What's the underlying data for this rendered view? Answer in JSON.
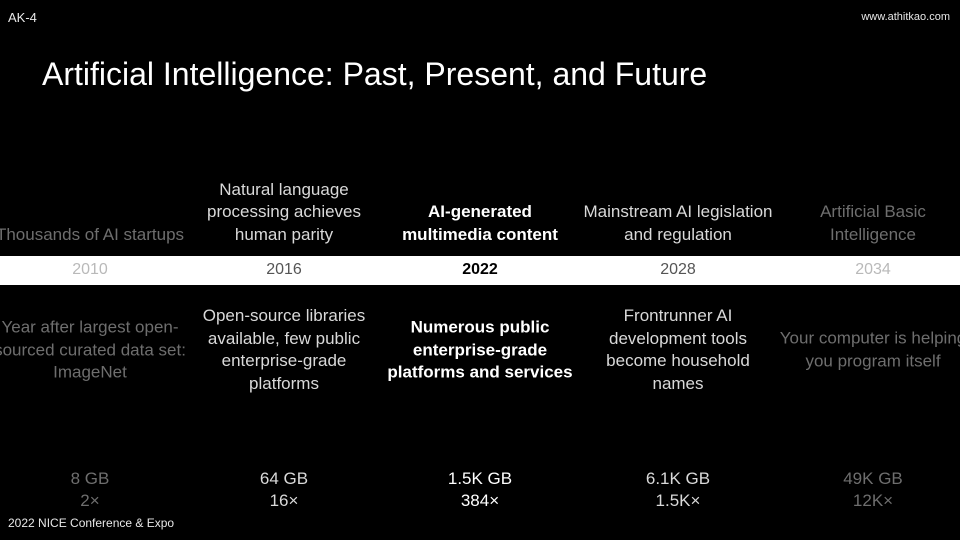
{
  "slide": {
    "id_label": "AK-4",
    "website": "www.athitkao.com",
    "footer": "2022 NICE Conference & Expo",
    "title": "Artificial Intelligence: Past, Present, and Future"
  },
  "timeline": [
    {
      "event": "Thousands of AI startups",
      "year": "2010",
      "detail": "Year after largest open-sourced curated data set: ImageNet",
      "size": "8 GB",
      "multiplier": "2×"
    },
    {
      "event": "Natural language processing achieves human parity",
      "year": "2016",
      "detail": "Open-source libraries available, few public enterprise-grade platforms",
      "size": "64 GB",
      "multiplier": "16×"
    },
    {
      "event": "AI-generated multimedia content",
      "year": "2022",
      "detail": "Numerous public enterprise-grade platforms and services",
      "size": "1.5K GB",
      "multiplier": "384×"
    },
    {
      "event": "Mainstream AI legislation and regulation",
      "year": "2028",
      "detail": "Frontrunner AI development tools become household names",
      "size": "6.1K GB",
      "multiplier": "1.5K×"
    },
    {
      "event": "Artificial Basic Intelligence",
      "year": "2034",
      "detail": "Your computer is helping you program itself",
      "size": "49K GB",
      "multiplier": "12K×"
    }
  ]
}
